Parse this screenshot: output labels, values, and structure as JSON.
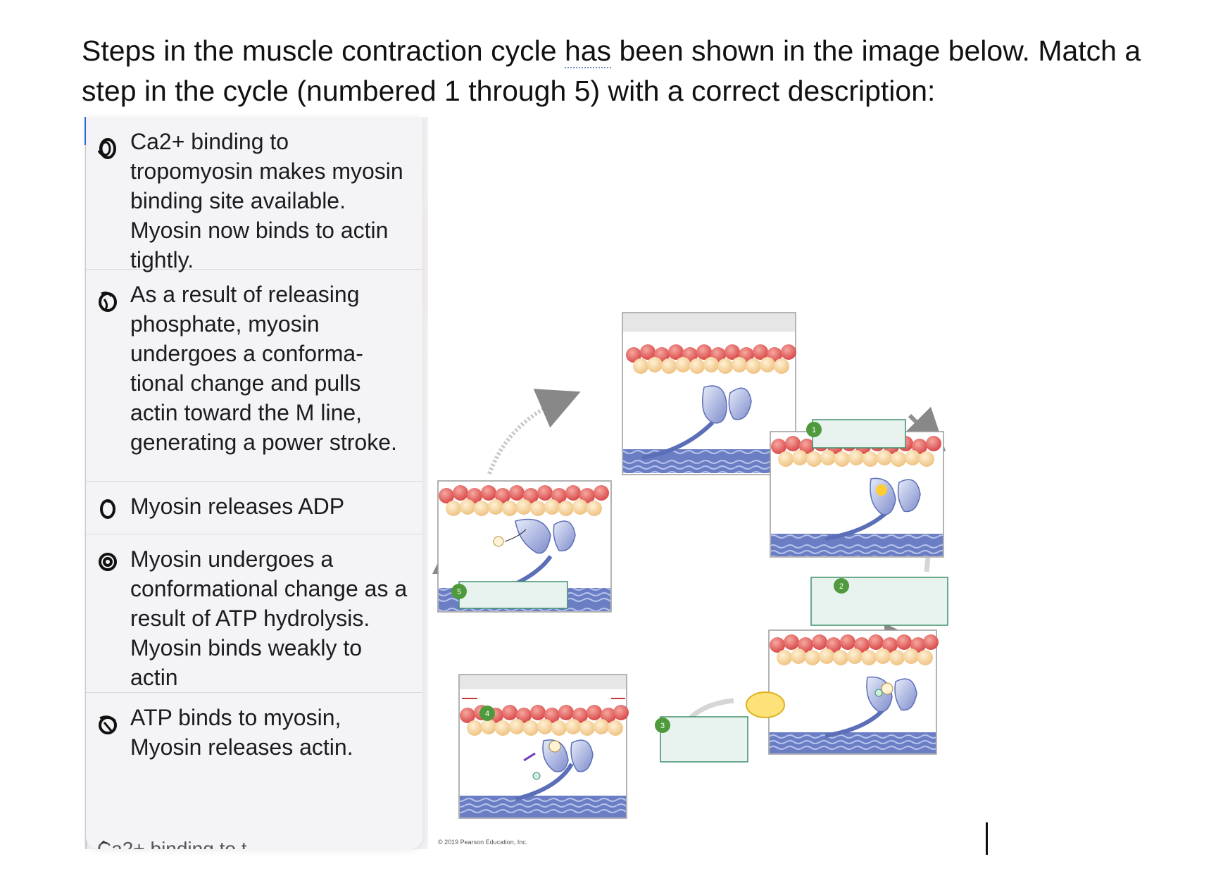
{
  "question": {
    "part1": "Steps in the muscle contraction cycle ",
    "highlight": "has",
    "part2": " been shown in the image below. Match a step in the cycle  (numbered 1 through 5) with a correct description:"
  },
  "options": [
    {
      "text": "Ca2+ binding to tropomyosin makes myosin binding site available. Myosin now binds to actin tightly."
    },
    {
      "text": "As a result of releasing phosphate, myosin undergoes a conforma-tional change and pulls actin toward the M line, generating a power stroke."
    },
    {
      "text": "Myosin releases ADP"
    },
    {
      "text": "Myosin undergoes a conformational change as a result of ATP hydrolysis. Myosin binds weakly to actin"
    },
    {
      "text": "ATP binds to myosin, Myosin releases actin."
    }
  ],
  "more_option_partial": "Ca2+ binding to t",
  "figure": {
    "step_labels": [
      "1",
      "2",
      "3",
      "4",
      "5"
    ],
    "copyright": "© 2019 Pearson Education, Inc."
  },
  "colors": {
    "thin_filament_red": "#e45a5a",
    "thin_filament_cream": "#f7d7a0",
    "thick_filament_blue": "#5b6fb8",
    "myosin_head": "#9aa8d8",
    "answer_box_fill": "#e8f3ef",
    "answer_box_border": "#3f8f6a",
    "step_badge": "#4f9a3c"
  }
}
